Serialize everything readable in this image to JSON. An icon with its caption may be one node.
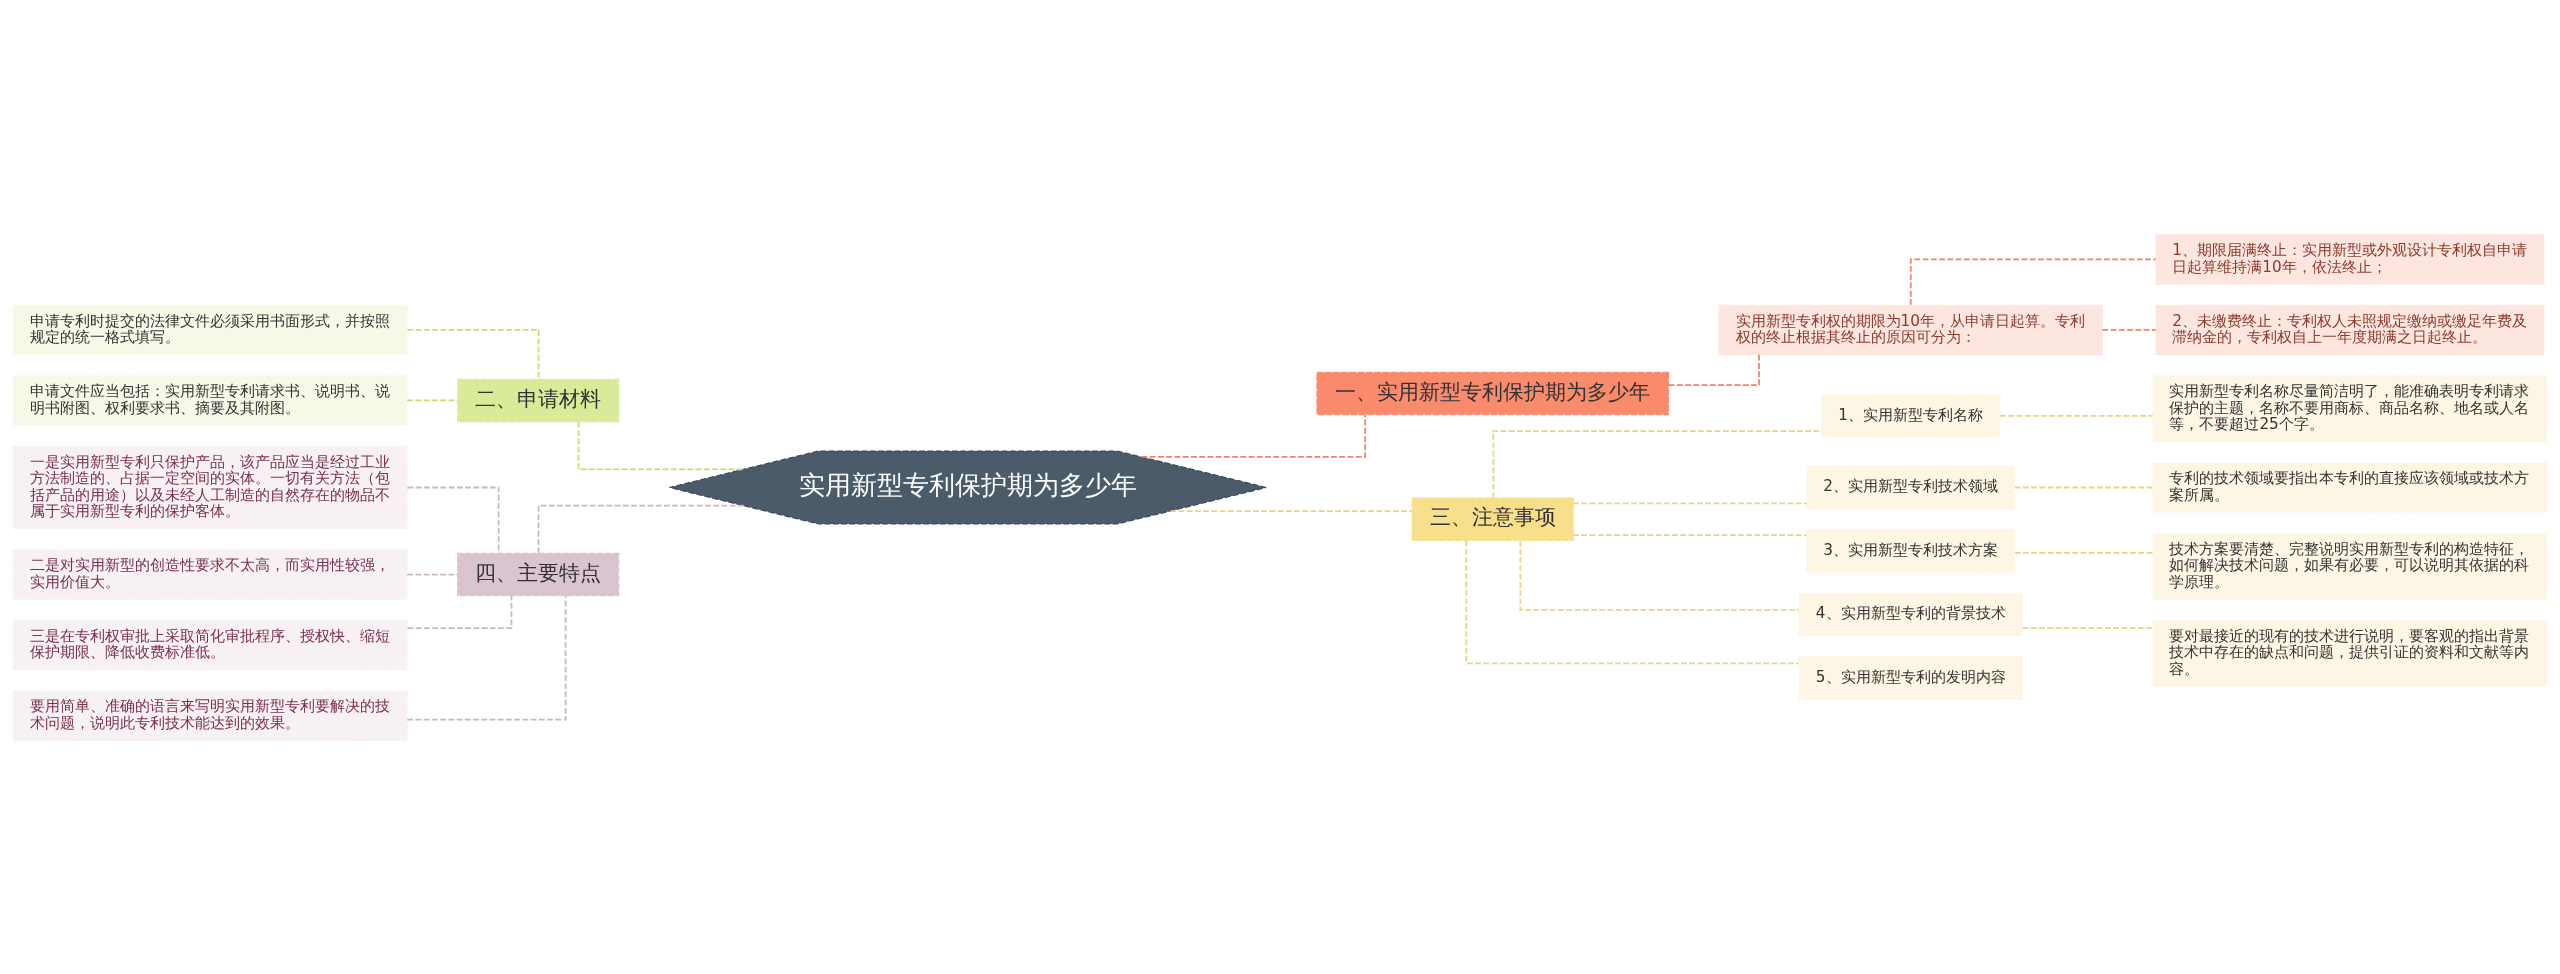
{
  "diagram": {
    "nodes": [
      {
        "text": [
          "实用新型专利保护期为多少年"
        ]
      },
      {
        "text": [
          "二、申请材料"
        ]
      },
      {
        "text": [
          "申请专利时提交的法律文件必须采用书面形式，并按照规定的统一格式填写。"
        ]
      },
      {
        "text": [
          "申请文件应当包括：实用新型专利请求书、说明书、说明书附图、权利要求书、摘要及其附图。"
        ]
      },
      {
        "text": [
          "四、主要特点"
        ]
      },
      {
        "text": [
          "一是实用新型专利只保护产品，该产品应当是经过工业方法制造的、占据一定空间的实体。一切有关方法（包括产品的用途）以及未经人工制造的自然存在的物品不属于实用新型专利的保护客体。"
        ]
      },
      {
        "text": [
          "二是对实用新型的创造性要求不太高，而实用性较强，实用价值大。"
        ]
      },
      {
        "text": [
          "三是在专利权审批上采取简化审批程序、授权快、缩短保护期限、降低收费标准低。"
        ]
      },
      {
        "text": [
          "要用简单、准确的语言来写明实用新型专利要解决的技术问题，说明此专利技术能达到的效果。"
        ]
      },
      {
        "text": [
          "一、实用新型专利保护期为多少年"
        ]
      },
      {
        "text": [
          "实用新型专利权的期限为10年，从申请日起算。专利权的终止根据其终止的原因可分为："
        ]
      },
      {
        "text": [
          "1、期限届满终止：实用新型或外观设计专利权自申请日起算维持满10年，依法终止；"
        ]
      },
      {
        "text": [
          "2、未缴费终止：专利权人未照规定缴纳或缴足年费及滞纳金的，专利权自上一年度期满之日起终止。"
        ]
      },
      {
        "text": [
          "三、注意事项"
        ]
      },
      {
        "text": [
          "1、实用新型专利名称"
        ]
      },
      {
        "text": [
          "实用新型专利名称尽量简洁明了，能准确表明专利请求保护的主题，名称不要用商标、商品名称、地名或人名等，不要超过25个字。"
        ]
      },
      {
        "text": [
          "2、实用新型专利技术领域"
        ]
      },
      {
        "text": [
          "专利的技术领域要指出本专利的直接应该领域或技术方案所属。"
        ]
      },
      {
        "text": [
          "3、实用新型专利技术方案"
        ]
      },
      {
        "text": [
          "技术方案要清楚、完整说明实用新型专利的构造特征，如何解决技术问题，如果有必要，可以说明其依据的科学原理。"
        ]
      },
      {
        "text": [
          "4、实用新型专利的背景技术"
        ]
      },
      {
        "text": [
          "要对最接近的现有的技术进行说明，要客观的指出背景技术中存在的缺点和问题，提供引证的资料和文献等内容。"
        ]
      },
      {
        "text": [
          "5、实用新型专利的发明内容"
        ]
      }
    ],
    "edges": [
      {
        "from": 0,
        "to": 1,
        "arrow": "none",
        "style": "dashed",
        "color": "#c8dc78"
      },
      {
        "from": 1,
        "to": 2,
        "arrow": "none",
        "style": "dashed",
        "color": "#c8dc78"
      },
      {
        "from": 1,
        "to": 3,
        "arrow": "none",
        "style": "dashed",
        "color": "#c8dc78"
      },
      {
        "from": 0,
        "to": 4,
        "arrow": "none",
        "style": "dashed",
        "color": "#cdb6c4"
      },
      {
        "from": 4,
        "to": 5,
        "arrow": "none",
        "style": "dashed",
        "color": "#cdb6c4"
      },
      {
        "from": 4,
        "to": 6,
        "arrow": "none",
        "style": "dashed",
        "color": "#cdb6c4"
      },
      {
        "from": 4,
        "to": 7,
        "arrow": "none",
        "style": "dashed",
        "color": "#cdb6c4"
      },
      {
        "from": 4,
        "to": 8,
        "arrow": "none",
        "style": "dashed",
        "color": "#cdb6c4"
      },
      {
        "from": 0,
        "to": 9,
        "arrow": "none",
        "style": "dashed",
        "color": "#ef8467"
      },
      {
        "from": 9,
        "to": 10,
        "arrow": "none",
        "style": "dashed",
        "color": "#ef8467"
      },
      {
        "from": 10,
        "to": 11,
        "arrow": "none",
        "style": "dashed",
        "color": "#ef8467"
      },
      {
        "from": 10,
        "to": 12,
        "arrow": "none",
        "style": "dashed",
        "color": "#ef8467"
      },
      {
        "from": 0,
        "to": 13,
        "arrow": "none",
        "style": "dashed",
        "color": "#e8d58a"
      },
      {
        "from": 13,
        "to": 14,
        "arrow": "none",
        "style": "dashed",
        "color": "#e8d58a"
      },
      {
        "from": 14,
        "to": 15,
        "arrow": "none",
        "style": "dashed",
        "color": "#e8d58a"
      },
      {
        "from": 13,
        "to": 16,
        "arrow": "none",
        "style": "dashed",
        "color": "#e8d58a"
      },
      {
        "from": 16,
        "to": 17,
        "arrow": "none",
        "style": "dashed",
        "color": "#e8d58a"
      },
      {
        "from": 13,
        "to": 18,
        "arrow": "none",
        "style": "dashed",
        "color": "#e8d58a"
      },
      {
        "from": 18,
        "to": 19,
        "arrow": "none",
        "style": "dashed",
        "color": "#e8d58a"
      },
      {
        "from": 13,
        "to": 20,
        "arrow": "none",
        "style": "dashed",
        "color": "#e8d58a"
      },
      {
        "from": 20,
        "to": 21,
        "arrow": "none",
        "style": "dashed",
        "color": "#e8d58a"
      },
      {
        "from": 13,
        "to": 22,
        "arrow": "none",
        "style": "dashed",
        "color": "#e8d58a"
      }
    ]
  }
}
